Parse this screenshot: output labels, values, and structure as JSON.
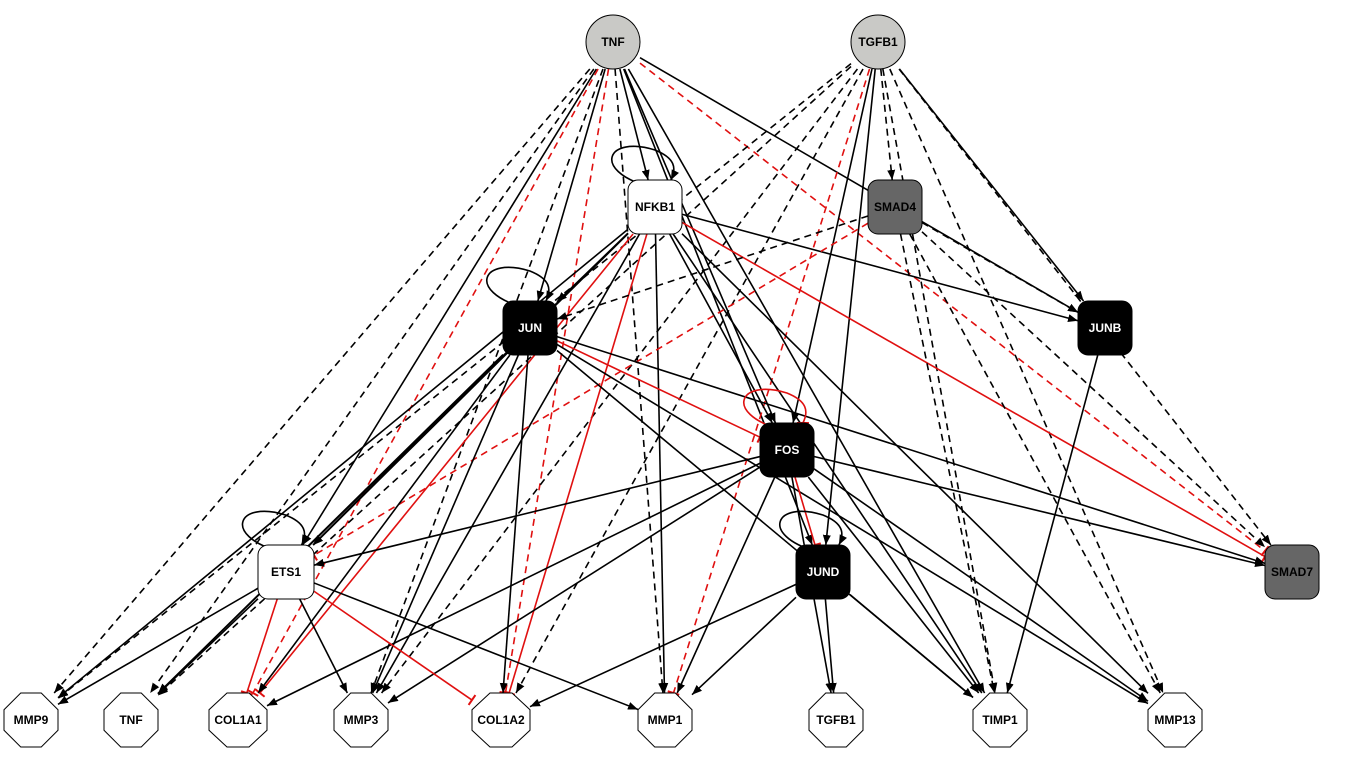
{
  "nodes": [
    {
      "id": "tnf_in",
      "label": "TNF",
      "shape": "circle",
      "fill": "#c9c9c6",
      "text_color": "#000000"
    },
    {
      "id": "tgfb1_in",
      "label": "TGFB1",
      "shape": "circle",
      "fill": "#c9c9c6",
      "text_color": "#000000"
    },
    {
      "id": "nfkb1",
      "label": "NFKB1",
      "shape": "roundrect",
      "fill": "#ffffff",
      "text_color": "#000000"
    },
    {
      "id": "smad4",
      "label": "SMAD4",
      "shape": "roundrect",
      "fill": "#666666",
      "text_color": "#000000"
    },
    {
      "id": "jun",
      "label": "JUN",
      "shape": "roundrect",
      "fill": "#000000",
      "text_color": "#ffffff"
    },
    {
      "id": "junb",
      "label": "JUNB",
      "shape": "roundrect",
      "fill": "#000000",
      "text_color": "#ffffff"
    },
    {
      "id": "fos",
      "label": "FOS",
      "shape": "roundrect",
      "fill": "#000000",
      "text_color": "#ffffff"
    },
    {
      "id": "ets1",
      "label": "ETS1",
      "shape": "roundrect",
      "fill": "#ffffff",
      "text_color": "#000000"
    },
    {
      "id": "jund",
      "label": "JUND",
      "shape": "roundrect",
      "fill": "#000000",
      "text_color": "#ffffff"
    },
    {
      "id": "smad7",
      "label": "SMAD7",
      "shape": "roundrect",
      "fill": "#666666",
      "text_color": "#000000"
    },
    {
      "id": "mmp9",
      "label": "MMP9",
      "shape": "octagon",
      "fill": "#ffffff",
      "text_color": "#000000"
    },
    {
      "id": "tnf_out",
      "label": "TNF",
      "shape": "octagon",
      "fill": "#ffffff",
      "text_color": "#000000"
    },
    {
      "id": "col1a1",
      "label": "COL1A1",
      "shape": "octagon",
      "fill": "#ffffff",
      "text_color": "#000000"
    },
    {
      "id": "mmp3",
      "label": "MMP3",
      "shape": "octagon",
      "fill": "#ffffff",
      "text_color": "#000000"
    },
    {
      "id": "col1a2",
      "label": "COL1A2",
      "shape": "octagon",
      "fill": "#ffffff",
      "text_color": "#000000"
    },
    {
      "id": "mmp1",
      "label": "MMP1",
      "shape": "octagon",
      "fill": "#ffffff",
      "text_color": "#000000"
    },
    {
      "id": "tgfb1_out",
      "label": "TGFB1",
      "shape": "octagon",
      "fill": "#ffffff",
      "text_color": "#000000"
    },
    {
      "id": "timp1",
      "label": "TIMP1",
      "shape": "octagon",
      "fill": "#ffffff",
      "text_color": "#000000"
    },
    {
      "id": "mmp13",
      "label": "MMP13",
      "shape": "octagon",
      "fill": "#ffffff",
      "text_color": "#000000"
    }
  ],
  "edges": [
    {
      "from": "tnf_in",
      "to": "mmp9",
      "style": "dashed",
      "type": "activation"
    },
    {
      "from": "tnf_in",
      "to": "tnf_out",
      "style": "dashed",
      "type": "activation"
    },
    {
      "from": "tnf_in",
      "to": "col1a1",
      "style": "dashed",
      "type": "inhibition"
    },
    {
      "from": "tnf_in",
      "to": "ets1",
      "style": "solid",
      "type": "activation"
    },
    {
      "from": "tnf_in",
      "to": "mmp3",
      "style": "dashed",
      "type": "activation"
    },
    {
      "from": "tnf_in",
      "to": "col1a2",
      "style": "dashed",
      "type": "inhibition"
    },
    {
      "from": "tnf_in",
      "to": "jun",
      "style": "solid",
      "type": "activation"
    },
    {
      "from": "tnf_in",
      "to": "nfkb1",
      "style": "solid",
      "type": "activation"
    },
    {
      "from": "tnf_in",
      "to": "mmp1",
      "style": "dashed",
      "type": "activation"
    },
    {
      "from": "tnf_in",
      "to": "fos",
      "style": "solid",
      "type": "activation"
    },
    {
      "from": "tnf_in",
      "to": "jund",
      "style": "solid",
      "type": "activation"
    },
    {
      "from": "tnf_in",
      "to": "timp1",
      "style": "solid",
      "type": "activation"
    },
    {
      "from": "tnf_in",
      "to": "junb",
      "style": "solid",
      "type": "activation"
    },
    {
      "from": "tnf_in",
      "to": "smad7",
      "style": "dashed",
      "type": "inhibition"
    },
    {
      "from": "tgfb1_in",
      "to": "mmp9",
      "style": "dashed",
      "type": "activation"
    },
    {
      "from": "tgfb1_in",
      "to": "tnf_out",
      "style": "dashed",
      "type": "activation"
    },
    {
      "from": "tgfb1_in",
      "to": "mmp3",
      "style": "dashed",
      "type": "activation"
    },
    {
      "from": "tgfb1_in",
      "to": "col1a2",
      "style": "dashed",
      "type": "activation"
    },
    {
      "from": "tgfb1_in",
      "to": "mmp1",
      "style": "dashed",
      "type": "inhibition"
    },
    {
      "from": "tgfb1_in",
      "to": "smad4",
      "style": "dashed",
      "type": "activation"
    },
    {
      "from": "tgfb1_in",
      "to": "fos",
      "style": "solid",
      "type": "activation"
    },
    {
      "from": "tgfb1_in",
      "to": "jund",
      "style": "solid",
      "type": "activation"
    },
    {
      "from": "tgfb1_in",
      "to": "junb",
      "style": "solid",
      "type": "activation"
    },
    {
      "from": "tgfb1_in",
      "to": "timp1",
      "style": "dashed",
      "type": "activation"
    },
    {
      "from": "tgfb1_in",
      "to": "mmp13",
      "style": "dashed",
      "type": "activation"
    },
    {
      "from": "tgfb1_in",
      "to": "smad7",
      "style": "dashed",
      "type": "activation"
    },
    {
      "from": "nfkb1",
      "to": "nfkb1",
      "style": "solid",
      "type": "activation"
    },
    {
      "from": "nfkb1",
      "to": "mmp9",
      "style": "solid",
      "type": "activation"
    },
    {
      "from": "nfkb1",
      "to": "tnf_out",
      "style": "solid",
      "type": "activation"
    },
    {
      "from": "nfkb1",
      "to": "col1a1",
      "style": "solid",
      "type": "inhibition"
    },
    {
      "from": "nfkb1",
      "to": "ets1",
      "style": "solid",
      "type": "activation"
    },
    {
      "from": "nfkb1",
      "to": "mmp3",
      "style": "solid",
      "type": "activation"
    },
    {
      "from": "nfkb1",
      "to": "jun",
      "style": "solid",
      "type": "activation"
    },
    {
      "from": "nfkb1",
      "to": "col1a2",
      "style": "solid",
      "type": "inhibition"
    },
    {
      "from": "nfkb1",
      "to": "mmp1",
      "style": "solid",
      "type": "activation"
    },
    {
      "from": "nfkb1",
      "to": "fos",
      "style": "solid",
      "type": "activation"
    },
    {
      "from": "nfkb1",
      "to": "timp1",
      "style": "solid",
      "type": "activation"
    },
    {
      "from": "nfkb1",
      "to": "junb",
      "style": "solid",
      "type": "activation"
    },
    {
      "from": "nfkb1",
      "to": "mmp13",
      "style": "solid",
      "type": "activation"
    },
    {
      "from": "nfkb1",
      "to": "smad7",
      "style": "solid",
      "type": "inhibition"
    },
    {
      "from": "smad4",
      "to": "ets1",
      "style": "dashed",
      "type": "inhibition"
    },
    {
      "from": "smad4",
      "to": "jun",
      "style": "dashed",
      "type": "activation"
    },
    {
      "from": "smad4",
      "to": "junb",
      "style": "dashed",
      "type": "activation"
    },
    {
      "from": "smad4",
      "to": "timp1",
      "style": "dashed",
      "type": "activation"
    },
    {
      "from": "smad4",
      "to": "mmp13",
      "style": "dashed",
      "type": "activation"
    },
    {
      "from": "smad4",
      "to": "smad7",
      "style": "dashed",
      "type": "activation"
    },
    {
      "from": "jun",
      "to": "jun",
      "style": "solid",
      "type": "activation"
    },
    {
      "from": "jun",
      "to": "tnf_out",
      "style": "solid",
      "type": "activation"
    },
    {
      "from": "jun",
      "to": "col1a1",
      "style": "solid",
      "type": "activation"
    },
    {
      "from": "jun",
      "to": "ets1",
      "style": "solid",
      "type": "activation"
    },
    {
      "from": "jun",
      "to": "mmp3",
      "style": "solid",
      "type": "activation"
    },
    {
      "from": "jun",
      "to": "col1a2",
      "style": "solid",
      "type": "activation"
    },
    {
      "from": "jun",
      "to": "fos",
      "style": "solid",
      "type": "inhibition"
    },
    {
      "from": "jun",
      "to": "timp1",
      "style": "solid",
      "type": "activation"
    },
    {
      "from": "jun",
      "to": "mmp13",
      "style": "solid",
      "type": "activation"
    },
    {
      "from": "jun",
      "to": "smad7",
      "style": "solid",
      "type": "activation"
    },
    {
      "from": "junb",
      "to": "timp1",
      "style": "solid",
      "type": "activation"
    },
    {
      "from": "fos",
      "to": "fos",
      "style": "solid",
      "type": "inhibition"
    },
    {
      "from": "fos",
      "to": "ets1",
      "style": "solid",
      "type": "activation"
    },
    {
      "from": "fos",
      "to": "col1a1",
      "style": "solid",
      "type": "activation"
    },
    {
      "from": "fos",
      "to": "mmp3",
      "style": "solid",
      "type": "activation"
    },
    {
      "from": "fos",
      "to": "mmp1",
      "style": "solid",
      "type": "activation"
    },
    {
      "from": "fos",
      "to": "jund",
      "style": "solid",
      "type": "inhibition"
    },
    {
      "from": "fos",
      "to": "tgfb1_out",
      "style": "solid",
      "type": "activation"
    },
    {
      "from": "fos",
      "to": "timp1",
      "style": "solid",
      "type": "activation"
    },
    {
      "from": "fos",
      "to": "mmp13",
      "style": "solid",
      "type": "activation"
    },
    {
      "from": "fos",
      "to": "smad7",
      "style": "solid",
      "type": "activation"
    },
    {
      "from": "ets1",
      "to": "ets1",
      "style": "solid",
      "type": "activation"
    },
    {
      "from": "ets1",
      "to": "mmp9",
      "style": "solid",
      "type": "activation"
    },
    {
      "from": "ets1",
      "to": "tnf_out",
      "style": "solid",
      "type": "activation"
    },
    {
      "from": "ets1",
      "to": "col1a1",
      "style": "solid",
      "type": "inhibition"
    },
    {
      "from": "ets1",
      "to": "mmp3",
      "style": "solid",
      "type": "activation"
    },
    {
      "from": "ets1",
      "to": "col1a2",
      "style": "solid",
      "type": "inhibition"
    },
    {
      "from": "ets1",
      "to": "mmp1",
      "style": "solid",
      "type": "activation"
    },
    {
      "from": "jund",
      "to": "jund",
      "style": "solid",
      "type": "activation"
    },
    {
      "from": "jund",
      "to": "col1a2",
      "style": "solid",
      "type": "activation"
    },
    {
      "from": "jund",
      "to": "mmp1",
      "style": "solid",
      "type": "activation"
    },
    {
      "from": "jund",
      "to": "tgfb1_out",
      "style": "solid",
      "type": "activation"
    },
    {
      "from": "jund",
      "to": "timp1",
      "style": "solid",
      "type": "activation"
    }
  ],
  "colors": {
    "activation": "#000000",
    "inhibition": "#e01010",
    "node_stroke": "#000000"
  }
}
